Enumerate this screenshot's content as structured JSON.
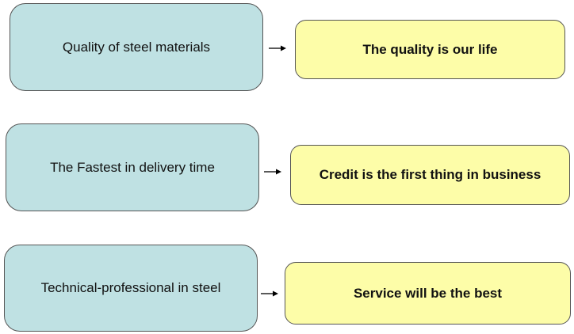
{
  "rows": [
    {
      "left_label": "Quality of steel materials",
      "right_label": "The quality is our life"
    },
    {
      "left_label": "The Fastest in delivery time",
      "right_label": "Credit is the first thing in business"
    },
    {
      "left_label": "Technical-professional in steel",
      "right_label": "Service will be the best"
    }
  ],
  "colors": {
    "left_box_fill": "#bfe1e3",
    "right_box_fill": "#fdfda8",
    "border": "#555555",
    "arrow": "#000000"
  },
  "icons": {
    "connector": "arrow-right-icon"
  }
}
